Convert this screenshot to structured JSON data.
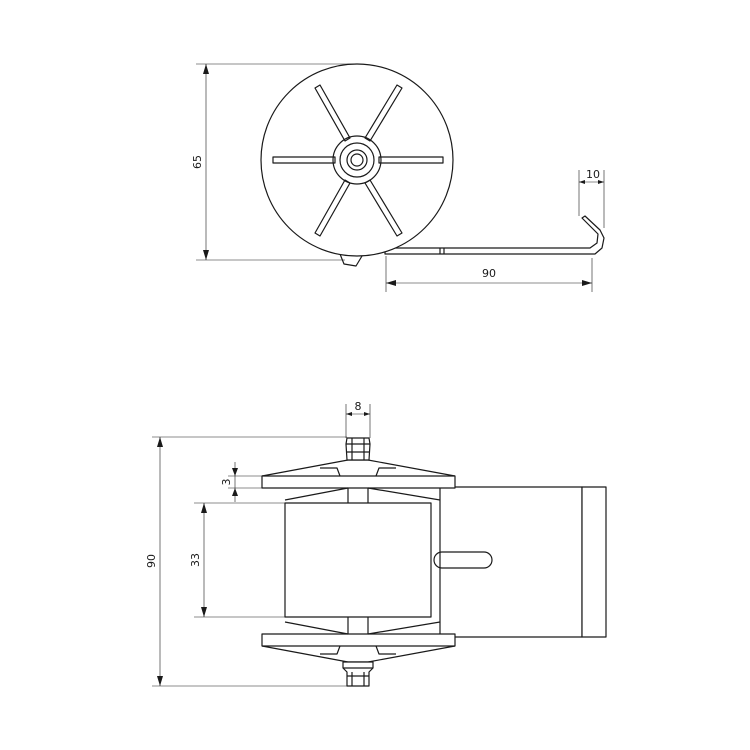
{
  "top_view": {
    "dims": {
      "height": "65",
      "clip_width": "10",
      "clip_length": "90"
    }
  },
  "front_view": {
    "dims": {
      "axle": "8",
      "flange": "3",
      "core": "33",
      "overall": "90"
    }
  }
}
